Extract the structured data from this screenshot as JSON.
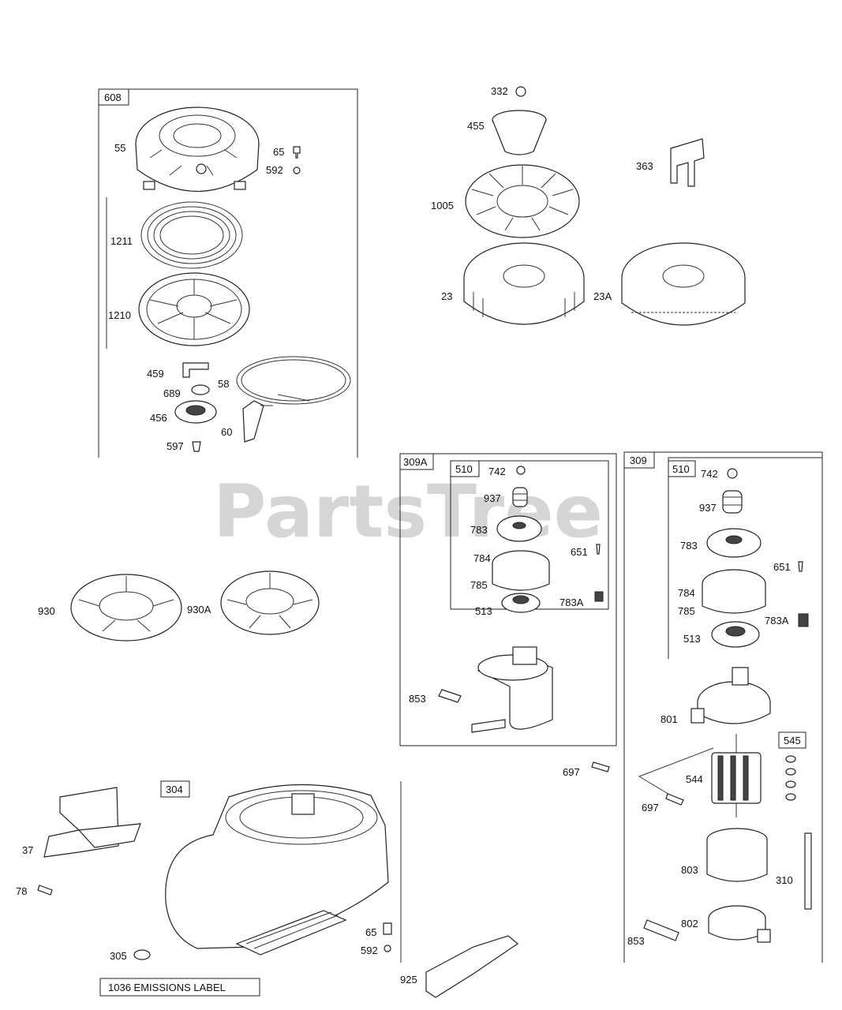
{
  "watermark": "PartsTree",
  "group_tags": {
    "g608": "608",
    "g309A": "309A",
    "g510a": "510",
    "g309": "309",
    "g510b": "510",
    "g304": "304",
    "g545": "545"
  },
  "emissions_label": "1036 EMISSIONS LABEL",
  "callouts": {
    "c55": "55",
    "c65a": "65",
    "c592a": "592",
    "c1211": "1211",
    "c1210": "1210",
    "c459": "459",
    "c689": "689",
    "c58": "58",
    "c456": "456",
    "c60": "60",
    "c597": "597",
    "c332": "332",
    "c455": "455",
    "c363": "363",
    "c1005": "1005",
    "c23": "23",
    "c23A": "23A",
    "c930": "930",
    "c930A": "930A",
    "c742a": "742",
    "c937a": "937",
    "c783a": "783",
    "c651a": "651",
    "c784a": "784",
    "c785a": "785",
    "c783Aa": "783A",
    "c513a": "513",
    "c853a": "853",
    "c742b": "742",
    "c937b": "937",
    "c783b": "783",
    "c651b": "651",
    "c784b": "784",
    "c785b": "785",
    "c783Ab": "783A",
    "c513b": "513",
    "c801": "801",
    "c697a": "697",
    "c544": "544",
    "c697b": "697",
    "c803": "803",
    "c310": "310",
    "c802": "802",
    "c853b": "853",
    "c37": "37",
    "c78": "78",
    "c305": "305",
    "c65b": "65",
    "c592b": "592",
    "c925": "925"
  }
}
